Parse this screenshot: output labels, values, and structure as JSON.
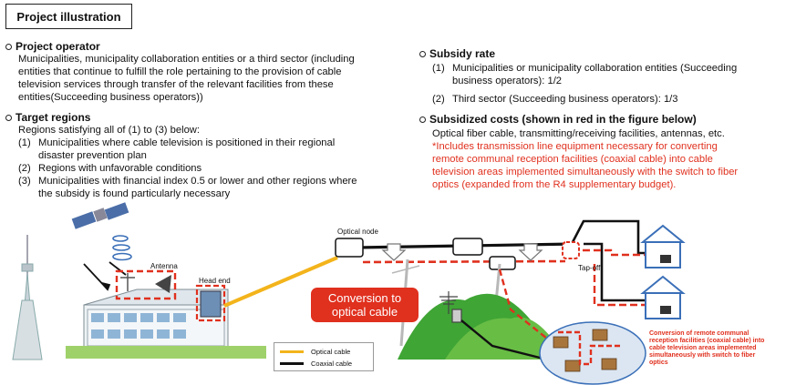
{
  "title": "Project illustration",
  "operator": {
    "heading": "Project operator",
    "lines": [
      "Municipalities, municipality collaboration entities or a third sector (including",
      "entities that continue to fulfill the role pertaining to the provision of cable",
      "television services through transfer of the relevant facilities from these",
      "entities(Succeeding business operators))"
    ]
  },
  "target": {
    "heading": "Target regions",
    "intro": "Regions satisfying all of (1) to (3) below:",
    "items": [
      {
        "num": "(1)",
        "lines": [
          "Municipalities where cable television is positioned in their regional",
          "disaster prevention plan"
        ]
      },
      {
        "num": "(2)",
        "lines": [
          "Regions with unfavorable conditions"
        ]
      },
      {
        "num": "(3)",
        "lines": [
          "Municipalities with financial index 0.5 or lower and other regions where",
          "the subsidy is found particularly necessary"
        ]
      }
    ]
  },
  "rate": {
    "heading": "Subsidy rate",
    "items": [
      {
        "num": "(1)",
        "lines": [
          "Municipalities or municipality collaboration entities (Succeeding",
          "business operators): 1/2"
        ]
      },
      {
        "num": "(2)",
        "lines": [
          "Third sector (Succeeding business operators): 1/3"
        ]
      }
    ]
  },
  "costs": {
    "heading": "Subsidized costs (shown in red in the figure below)",
    "line": "Optical fiber cable, transmitting/receiving facilities, antennas, etc.",
    "red_lines": [
      "*Includes transmission line equipment necessary for converting",
      "remote communal reception facilities (coaxial cable) into cable",
      "television areas implemented simultaneously with the switch to fiber",
      "optics (expanded from the R4 supplementary budget)."
    ]
  },
  "diagram": {
    "antenna": "Antenna",
    "head_end": "Head end",
    "optical_node": "Optical node",
    "tap_off": "Tap-off",
    "conversion": [
      "Conversion to",
      "optical cable"
    ],
    "note": [
      "Conversion of remote communal",
      "reception facilities (coaxial cable) into",
      "cable television areas implemented",
      "simultaneously with switch to fiber",
      "optics"
    ],
    "legend": [
      {
        "label": "Optical cable",
        "color": "#f3b41b"
      },
      {
        "label": "Coaxial cable",
        "color": "#111111"
      }
    ]
  },
  "colors": {
    "red": "#e0301e",
    "optical": "#f3b41b",
    "green": "#3fa535"
  }
}
